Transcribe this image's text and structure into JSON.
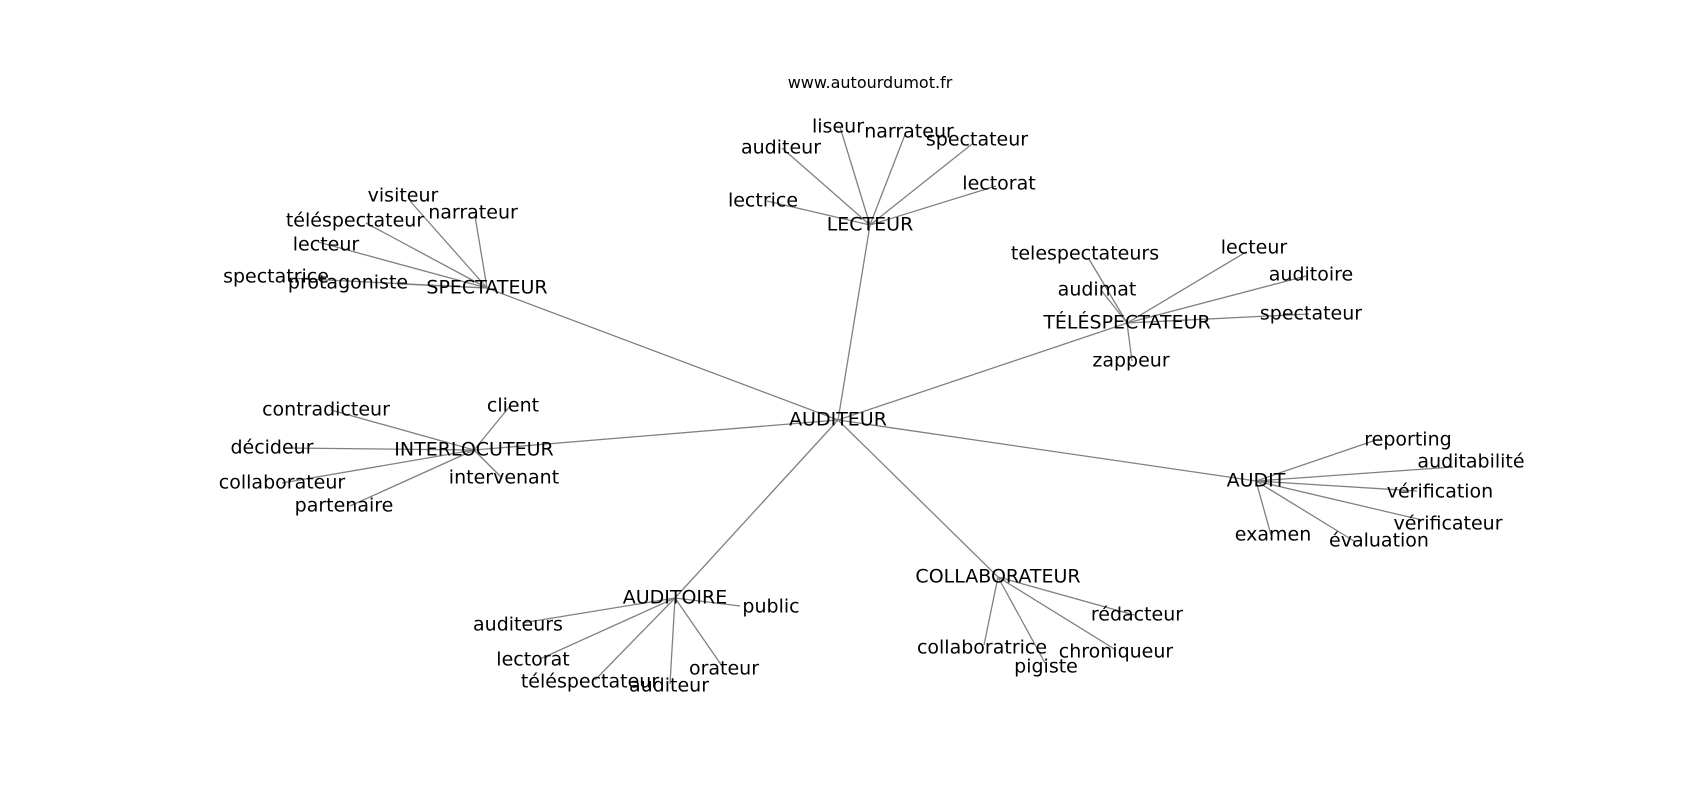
{
  "source": "www.autourdumot.fr",
  "graph": {
    "center": "AUDITEUR",
    "hubs": [
      {
        "id": "lecteur",
        "label": "LECTEUR",
        "leaves": [
          "auditeur",
          "liseur",
          "narrateur",
          "spectateur",
          "lectorat",
          "lectrice"
        ]
      },
      {
        "id": "spectateur",
        "label": "SPECTATEUR",
        "leaves": [
          "visiteur",
          "narrateur",
          "téléspectateur",
          "lecteur",
          "spectatrice",
          "protagoniste"
        ]
      },
      {
        "id": "telespectateur",
        "label": "TÉLÉSPECTATEUR",
        "leaves": [
          "telespectateurs",
          "lecteur",
          "auditoire",
          "audimat",
          "spectateur",
          "zappeur"
        ]
      },
      {
        "id": "interlocuteur",
        "label": "INTERLOCUTEUR",
        "leaves": [
          "contradicteur",
          "client",
          "décideur",
          "collaborateur",
          "intervenant",
          "partenaire"
        ]
      },
      {
        "id": "audit",
        "label": "AUDIT",
        "leaves": [
          "reporting",
          "auditabilité",
          "vérification",
          "vérificateur",
          "examen",
          "évaluation"
        ]
      },
      {
        "id": "collaborateur",
        "label": "COLLABORATEUR",
        "leaves": [
          "rédacteur",
          "collaboratrice",
          "chroniqueur",
          "pigiste"
        ]
      },
      {
        "id": "auditoire",
        "label": "AUDITOIRE",
        "leaves": [
          "public",
          "auditeurs",
          "lectorat",
          "orateur",
          "téléspectateur",
          "auditeur"
        ]
      }
    ]
  }
}
